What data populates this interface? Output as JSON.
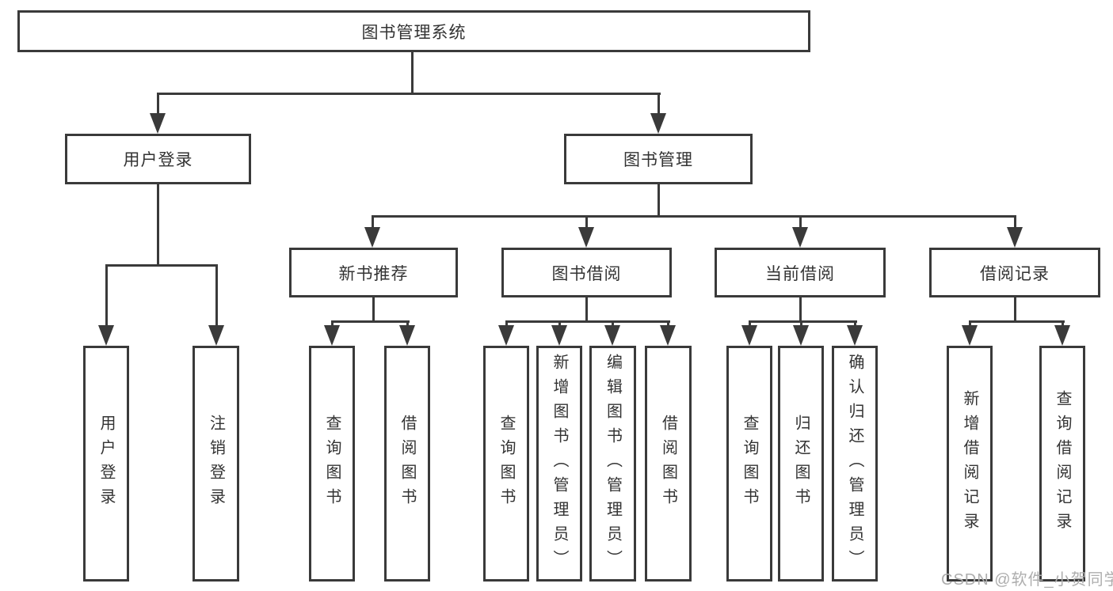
{
  "diagram": {
    "title_node": {
      "label": "图书管理系统"
    },
    "level2": [
      {
        "id": "user-login",
        "label": "用户登录"
      },
      {
        "id": "book-management",
        "label": "图书管理"
      }
    ],
    "level3": [
      {
        "id": "new-book-recommend",
        "label": "新书推荐"
      },
      {
        "id": "book-borrowing",
        "label": "图书借阅"
      },
      {
        "id": "current-borrowing",
        "label": "当前借阅"
      },
      {
        "id": "borrowing-records",
        "label": "借阅记录"
      }
    ],
    "leaves": [
      {
        "parent": "用户登录",
        "label": "用户登录"
      },
      {
        "parent": "用户登录",
        "label": "注销登录"
      },
      {
        "parent": "新书推荐",
        "label": "查询图书"
      },
      {
        "parent": "新书推荐",
        "label": "借阅图书"
      },
      {
        "parent": "图书借阅",
        "label": "查询图书"
      },
      {
        "parent": "图书借阅",
        "label": "新增图书（管理员）"
      },
      {
        "parent": "图书借阅",
        "label": "编辑图书（管理员）"
      },
      {
        "parent": "图书借阅",
        "label": "借阅图书"
      },
      {
        "parent": "当前借阅",
        "label": "查询图书"
      },
      {
        "parent": "当前借阅",
        "label": "归还图书"
      },
      {
        "parent": "当前借阅",
        "label": "确认归还（管理员）"
      },
      {
        "parent": "借阅记录",
        "label": "新增借阅记录"
      },
      {
        "parent": "借阅记录",
        "label": "查询借阅记录"
      }
    ]
  },
  "watermark": {
    "text": "CSDN @软件_小贺同学"
  },
  "colors": {
    "line": "#3a3a3a",
    "text": "#333333",
    "watermark": "#aeaeae",
    "background": "#ffffff"
  }
}
